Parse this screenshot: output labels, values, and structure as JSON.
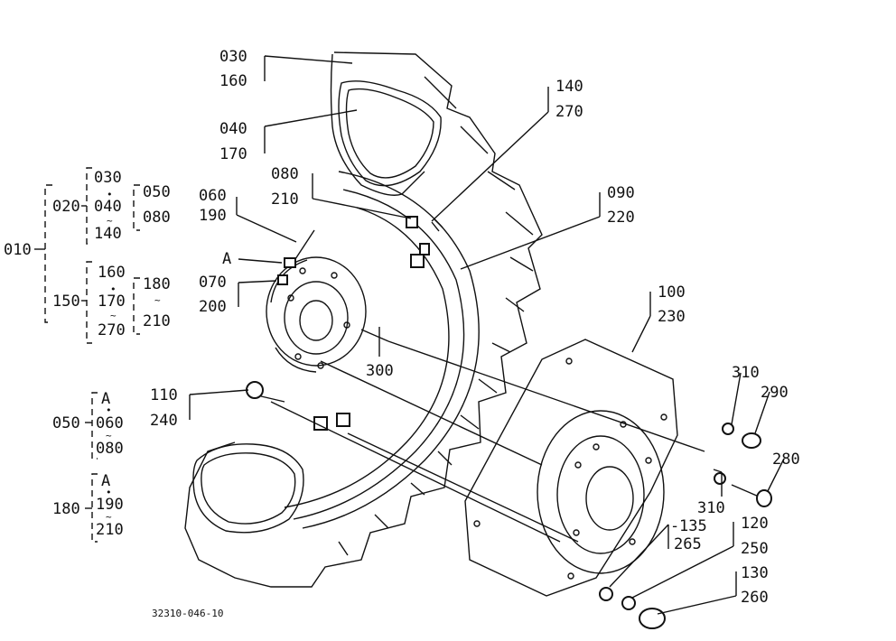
{
  "labels": {
    "p030": "030",
    "p160": "160",
    "p040": "040",
    "p170": "170",
    "p140": "140",
    "p270": "270",
    "p080": "080",
    "p210": "210",
    "p090": "090",
    "p220": "220",
    "p060": "060",
    "p190": "190",
    "pA": "A",
    "p070": "070",
    "p200": "200",
    "t010": "010",
    "t020": "020",
    "t030": "030",
    "t040": "040",
    "t140": "140",
    "t050": "050",
    "t080": "080",
    "t150": "150",
    "t160": "160",
    "t170": "170",
    "t270": "270",
    "t180": "180",
    "t210": "210",
    "p300": "300",
    "p100": "100",
    "p230": "230",
    "p110": "110",
    "p240": "240",
    "g050": "050",
    "gA1": "A",
    "g060": "060",
    "g080": "080",
    "g180": "180",
    "gA2": "A",
    "g190": "190",
    "g210": "210",
    "p310a": "310",
    "p290": "290",
    "p280": "280",
    "p310b": "310",
    "p135": "135",
    "p265": "265",
    "p120": "120",
    "p250": "250",
    "p130": "130",
    "p260": "260",
    "ref": "32310-046-10"
  }
}
